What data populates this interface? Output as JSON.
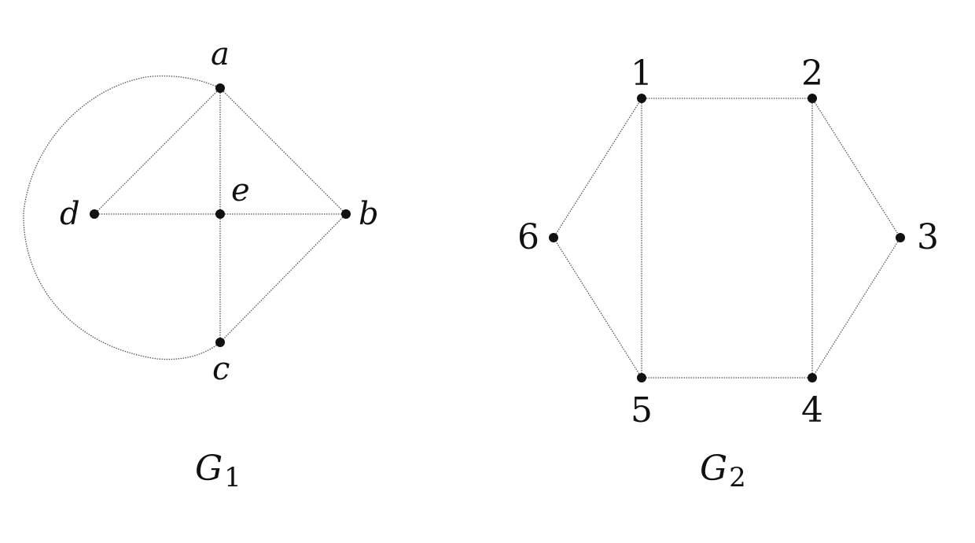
{
  "graphs": [
    {
      "name": "G",
      "subscript": "1",
      "vertices": [
        "a",
        "b",
        "c",
        "d",
        "e"
      ],
      "edges": [
        [
          "a",
          "b"
        ],
        [
          "a",
          "d"
        ],
        [
          "a",
          "e"
        ],
        [
          "b",
          "e"
        ],
        [
          "b",
          "c"
        ],
        [
          "c",
          "e"
        ],
        [
          "d",
          "e"
        ],
        [
          "a",
          "c"
        ]
      ]
    },
    {
      "name": "G",
      "subscript": "2",
      "vertices": [
        "1",
        "2",
        "3",
        "4",
        "5",
        "6"
      ],
      "edges": [
        [
          "1",
          "2"
        ],
        [
          "2",
          "3"
        ],
        [
          "3",
          "4"
        ],
        [
          "4",
          "5"
        ],
        [
          "5",
          "6"
        ],
        [
          "6",
          "1"
        ],
        [
          "1",
          "5"
        ],
        [
          "2",
          "4"
        ]
      ]
    }
  ]
}
